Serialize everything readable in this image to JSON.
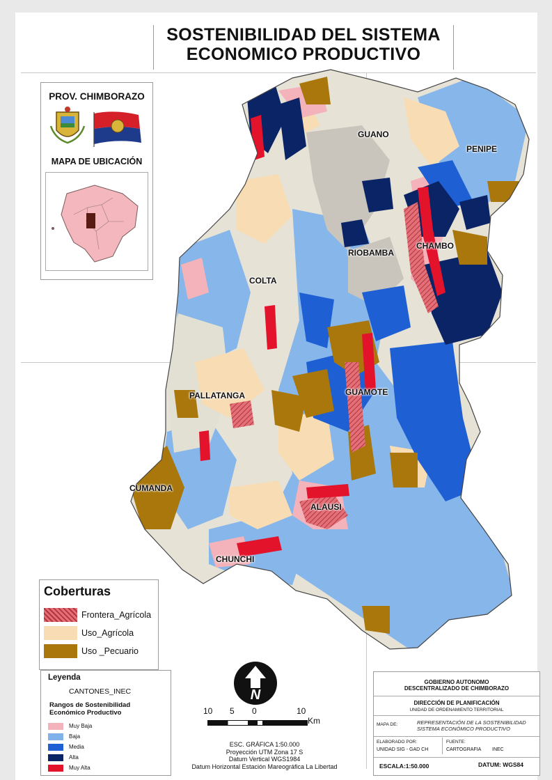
{
  "title": {
    "line1": "SOSTENIBILIDAD DEL SISTEMA",
    "line2": "ECONOMICO PRODUCTIVO"
  },
  "province_panel": {
    "title": "PROV. CHIMBORAZO",
    "location_map_title": "MAPA DE UBICACIÓN"
  },
  "cantons": [
    "GUANO",
    "PENIPE",
    "RIOBAMBA",
    "CHAMBO",
    "COLTA",
    "PALLATANGA",
    "GUAMOTE",
    "CUMANDA",
    "ALAUSI",
    "CHUNCHI"
  ],
  "coberturas": {
    "title": "Coberturas",
    "items": [
      {
        "label": "Frontera_Agrícola",
        "color": "#d65a5f"
      },
      {
        "label": "Uso_Agrícola",
        "color": "#f7dcb4"
      },
      {
        "label": "Uso _Pecuario",
        "color": "#a9770c"
      }
    ]
  },
  "leyenda": {
    "title": "Leyenda",
    "cantones_label": "CANTONES_INEC",
    "rangos_title_line1": "Rangos de Sostenibilidad",
    "rangos_title_line2": "Económico Productivo",
    "items": [
      {
        "label": "Muy Baja",
        "color": "#f4b3ba"
      },
      {
        "label": "Baja",
        "color": "#7fb2ea"
      },
      {
        "label": "Media",
        "color": "#1e5fd4"
      },
      {
        "label": "Alta",
        "color": "#0b2466"
      },
      {
        "label": "Muy Alta",
        "color": "#e3132c"
      }
    ]
  },
  "scale_bar": {
    "tick_labels": [
      "10",
      "5",
      "0",
      "10"
    ],
    "unit": "Km"
  },
  "map_info": {
    "escala_grafica": "ESC. GRÁFICA 1:50.000",
    "proyeccion": "Proyección UTM Zona 17 S",
    "datum_vertical": "Datum Vertical WGS1984",
    "datum_horizontal": "Datum Horizontal Estación Mareográfica La Libertad"
  },
  "info_block": {
    "org_line1": "GOBIERNO AUTONOMO",
    "org_line2": "DESCENTRALIZADO DE CHIMBORAZO",
    "direccion": "DIRECCIÓN DE PLANIFICACIÓN",
    "unidad": "UNIDAD DE ORDENAMIENTO TERRITORIAL",
    "mapa_de_label": "MAPA DE:",
    "mapa_de_line1": "REPRESENTACIÓN DE LA SOSTENIBILIDAD",
    "mapa_de_line2": "SISTEMA ECONÓMICO PRODUCTIVO",
    "elaborado_label": "ELABORADO POR:",
    "elaborado_value": "UNIDAD SIG - GAD CH",
    "fuente_label": "FUENTE:",
    "fuente_value1": "CARTOGRAFIA",
    "fuente_value2": "INEC",
    "escala": "ESCALA:1:50.000",
    "datum": "DATUM: WGS84"
  }
}
